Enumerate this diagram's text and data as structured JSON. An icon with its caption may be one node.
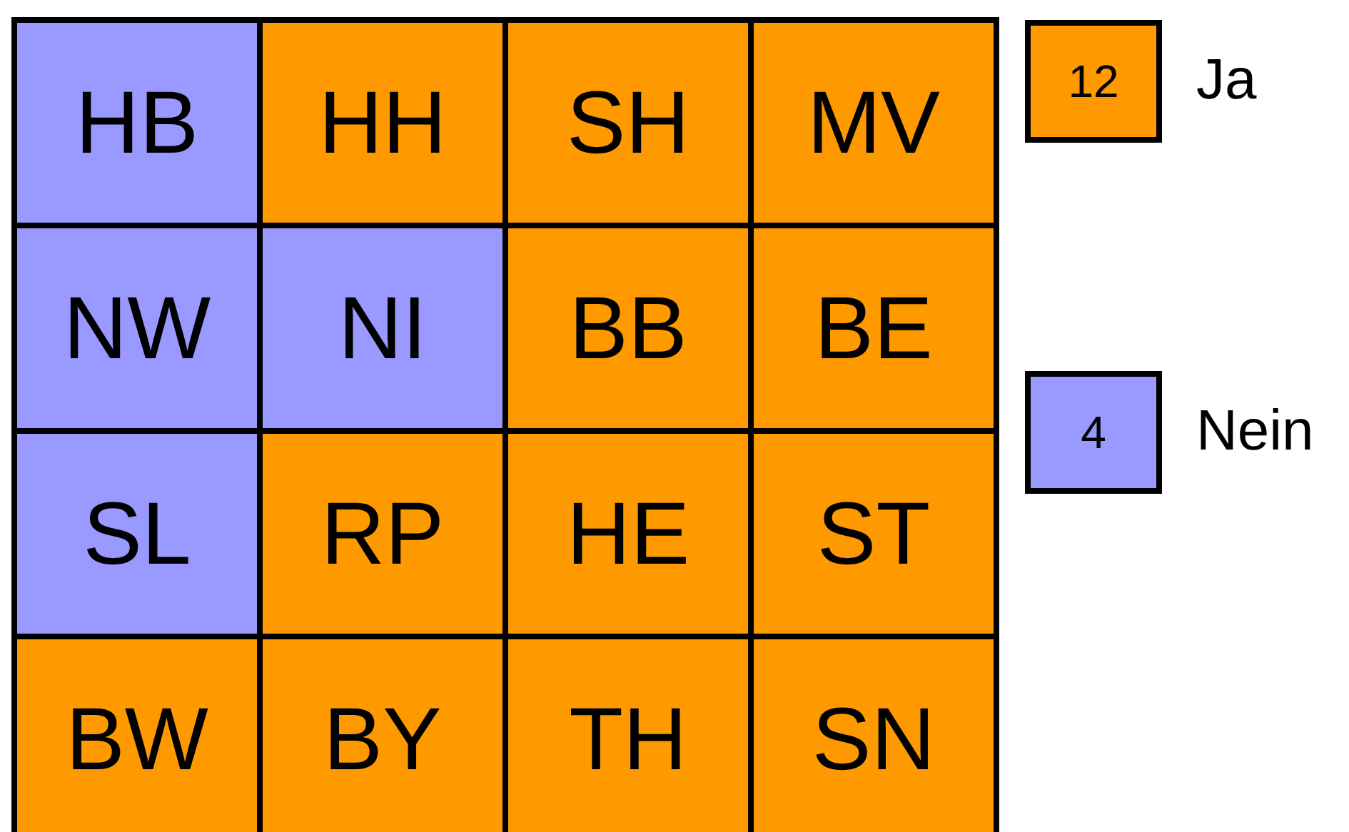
{
  "diagram": {
    "nodes": [
      {
        "text": [
          "HB"
        ]
      },
      {
        "text": [
          "HH"
        ]
      },
      {
        "text": [
          "SH"
        ]
      },
      {
        "text": [
          "MV"
        ]
      },
      {
        "text": [
          "NW"
        ]
      },
      {
        "text": [
          "NI"
        ]
      },
      {
        "text": [
          "BB"
        ]
      },
      {
        "text": [
          "BE"
        ]
      },
      {
        "text": [
          "SL"
        ]
      },
      {
        "text": [
          "RP"
        ]
      },
      {
        "text": [
          "HE"
        ]
      },
      {
        "text": [
          "ST"
        ]
      },
      {
        "text": [
          "BW"
        ]
      },
      {
        "text": [
          "BY"
        ]
      },
      {
        "text": [
          "TH"
        ]
      },
      {
        "text": [
          "SN"
        ]
      }
    ],
    "labels": [
      "12",
      "4"
    ],
    "legend": [
      {
        "text": "Ja",
        "color": "#ff9900"
      },
      {
        "text": "Nein",
        "color": "#9999ff"
      }
    ]
  }
}
